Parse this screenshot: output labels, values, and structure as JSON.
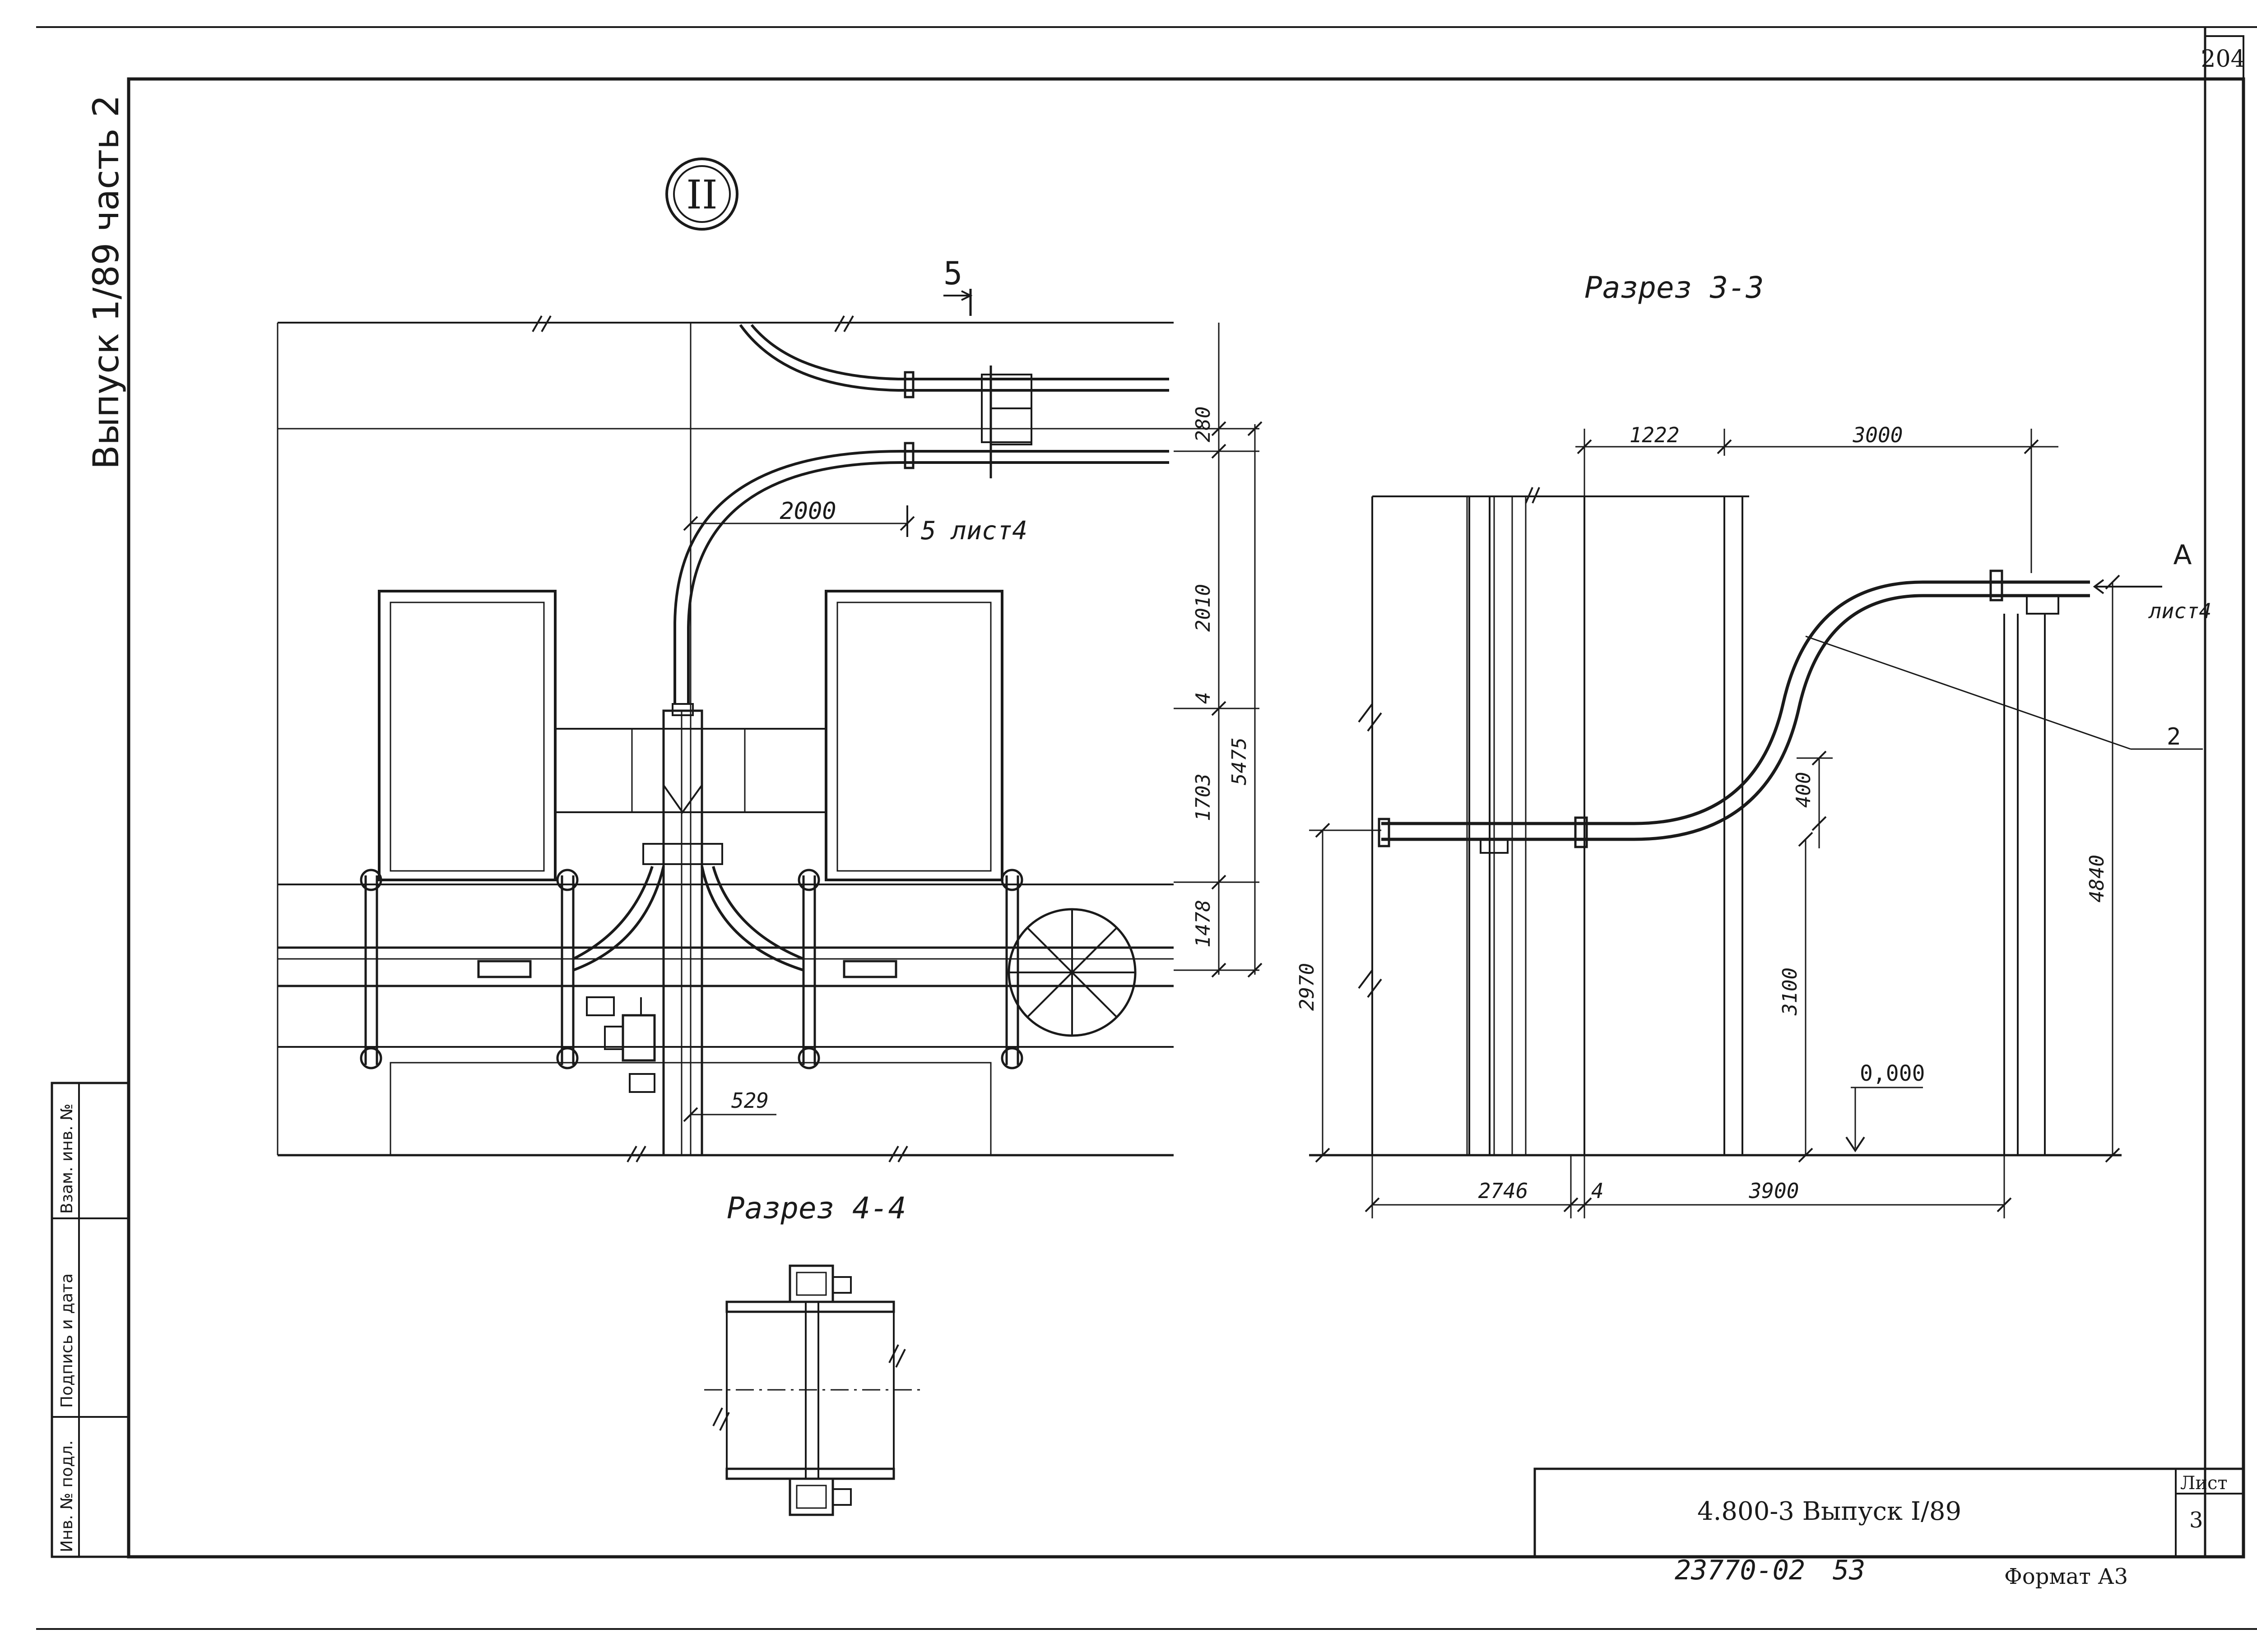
{
  "sheet": {
    "page_number": "204",
    "side_title": "Выпуск 1/89 часть 2",
    "marker": "II",
    "stamp_columns": [
      "Инв. № подл.",
      "Подпись и дата",
      "Взам. инв. №"
    ],
    "doc_code": "4.800-3  Выпуск I/89",
    "sheet_label": "Лист",
    "sheet_number": "3",
    "archive_code": "23770-02",
    "archive_num": "53",
    "format": "Формат А3"
  },
  "left_view": {
    "section_mark": "5",
    "section_ref": "5 лист4",
    "dims": {
      "d2000": "2000",
      "d280": "280",
      "d2010": "2010",
      "d4": "4",
      "d5475": "5475",
      "d1703": "1703",
      "d1478": "1478",
      "d529": "529"
    }
  },
  "section_33": {
    "title": "Разрез 3-3",
    "arrow_letter": "А",
    "arrow_ref": "лист4",
    "callout": "2",
    "elevation": "0,000",
    "dims": {
      "d1222": "1222",
      "d3000": "3000",
      "d400": "400",
      "d4840": "4840",
      "d2970": "2970",
      "d3100": "3100",
      "d2746": "2746",
      "d4b": "4",
      "d3900": "3900"
    }
  },
  "section_44": {
    "title": "Разрез 4-4"
  }
}
